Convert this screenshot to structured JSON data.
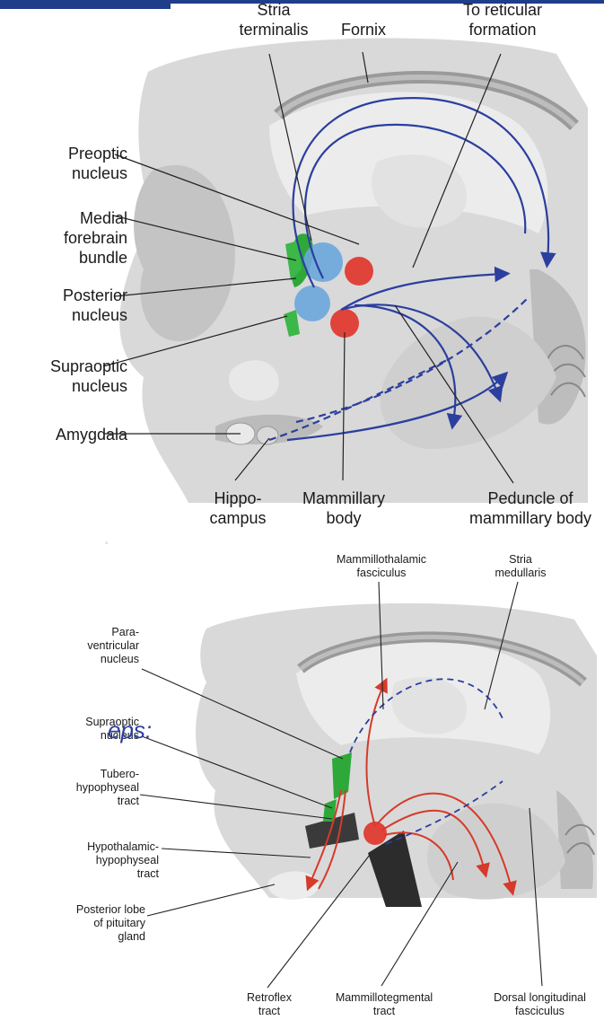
{
  "diagram_top": {
    "labels": {
      "stria_terminalis": "Stria\nterminalis",
      "fornix": "Fornix",
      "to_reticular": "To reticular\nformation",
      "preoptic": "Preoptic\nnucleus",
      "medial_forebrain": "Medial\nforebrain\nbundle",
      "posterior": "Posterior\nnucleus",
      "supraoptic": "Supraoptic\nnucleus",
      "amygdala": "Amygdala",
      "hippocampus": "Hippo-\ncampus",
      "mammillary": "Mammillary\nbody",
      "peduncle": "Peduncle of\nmammillary body"
    }
  },
  "diagram_bottom": {
    "labels": {
      "mammillothalamic": "Mammillothalamic\nfasciculus",
      "stria_medullaris": "Stria\nmedullaris",
      "paraventricular": "Para-\nventricular\nnucleus",
      "supraoptic": "Supraoptic\nnucleus",
      "tubero": "Tubero-\nhypophyseal\ntract",
      "hypothalamic": "Hypothalamic-\nhypophyseal\ntract",
      "posterior_lobe": "Posterior lobe\nof pituitary\ngland",
      "retroflex": "Retroflex\ntract",
      "mammillotegmental": "Mammillotegmental\ntract",
      "dorsal_longitudinal": "Dorsal longitudinal\nfasciculus"
    }
  },
  "slide_text": "eps:",
  "colors": {
    "afferent_blue": "#2b3f9e",
    "efferent_red": "#d63a2a",
    "nucleus_green": "#2fa83a",
    "nucleus_blue": "#6aa6dc",
    "nucleus_red": "#e0433a",
    "title_bar": "#1f3d8a"
  }
}
